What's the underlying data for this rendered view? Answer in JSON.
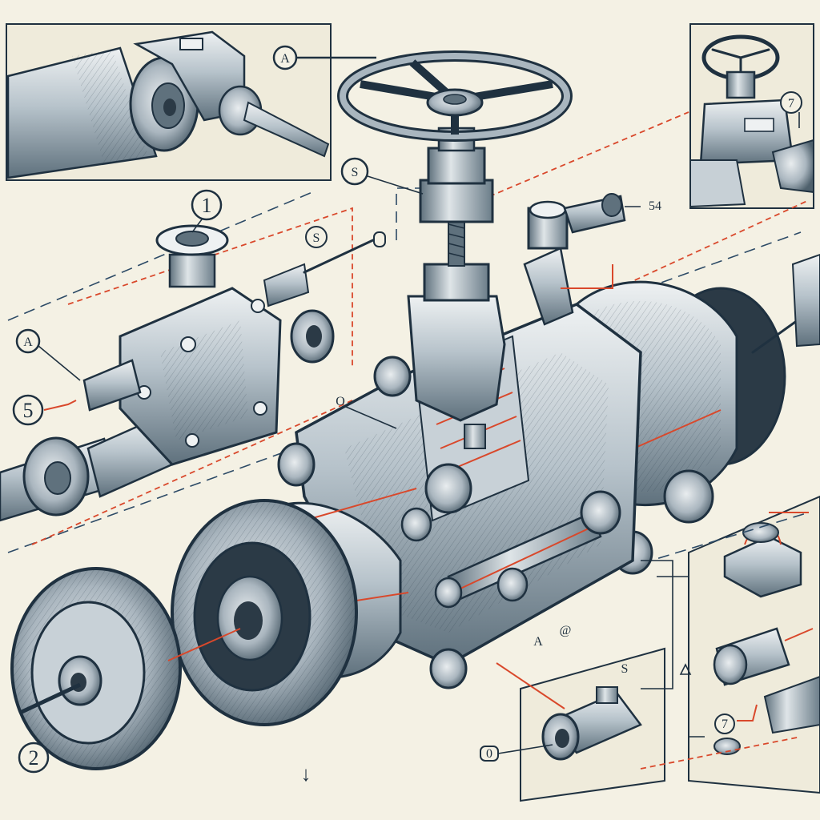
{
  "colors": {
    "background": "#f4f1e4",
    "ink": "#1f3140",
    "metal_light": "#d9dfe3",
    "metal_mid": "#a9b6bf",
    "metal_dark": "#5f717d",
    "accent_red": "#d9482b",
    "panel": "#efebdb"
  },
  "callouts": {
    "top_inset": "A",
    "handwheel": "S",
    "valve_top": "1",
    "valve_lever": "S",
    "lever_ref": "54",
    "left_a": "A",
    "left_5": "5",
    "center_o": "O",
    "bottom_a": "A",
    "bottom_at": "@",
    "bottom_left_2": "2",
    "right_inset_7": "7",
    "right_inset_lower": "7",
    "bottom_inset_s": "S",
    "bottom_inset_pin": "0",
    "down_arrow": "↓"
  }
}
